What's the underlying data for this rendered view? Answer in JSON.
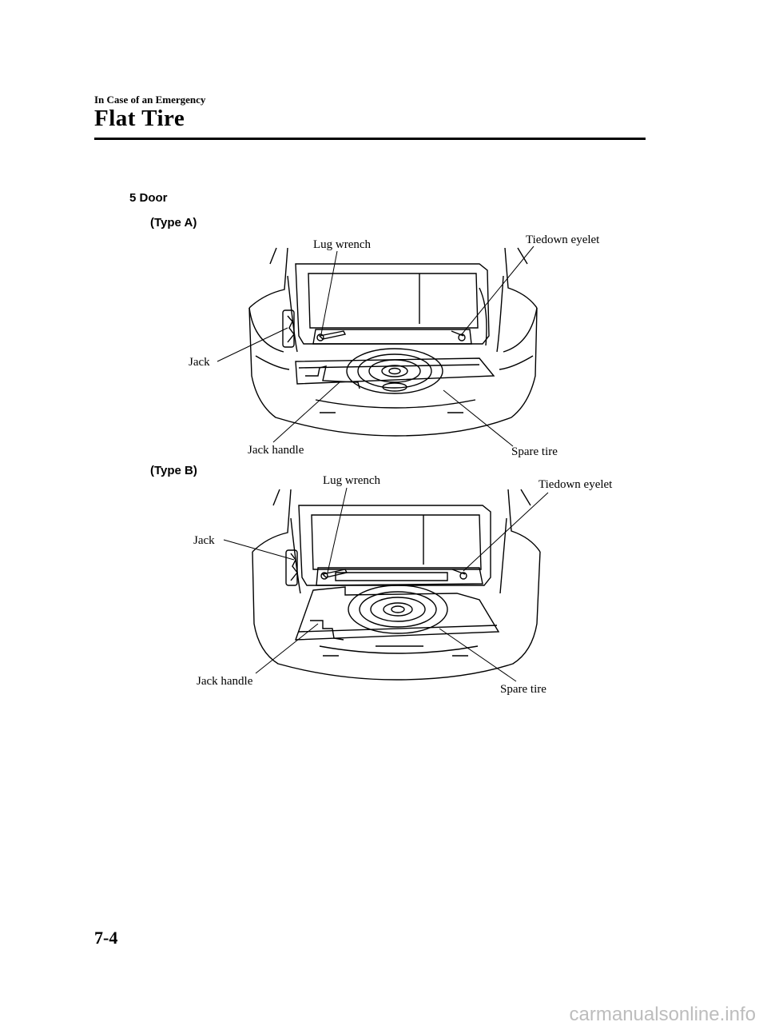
{
  "header": {
    "section": "In Case of an Emergency",
    "title": "Flat Tire"
  },
  "figure": {
    "heading": "5 Door",
    "type_a": {
      "label": "(Type A)",
      "callouts": {
        "lug_wrench": "Lug wrench",
        "tiedown_eyelet": "Tiedown eyelet",
        "jack": "Jack",
        "jack_handle": "Jack handle",
        "spare_tire": "Spare tire"
      }
    },
    "type_b": {
      "label": "(Type B)",
      "callouts": {
        "lug_wrench": "Lug wrench",
        "tiedown_eyelet": "Tiedown eyelet",
        "jack": "Jack",
        "jack_handle": "Jack handle",
        "spare_tire": "Spare tire"
      }
    }
  },
  "footer": {
    "page_number": "7-4",
    "watermark": "carmanualsonline.info"
  }
}
